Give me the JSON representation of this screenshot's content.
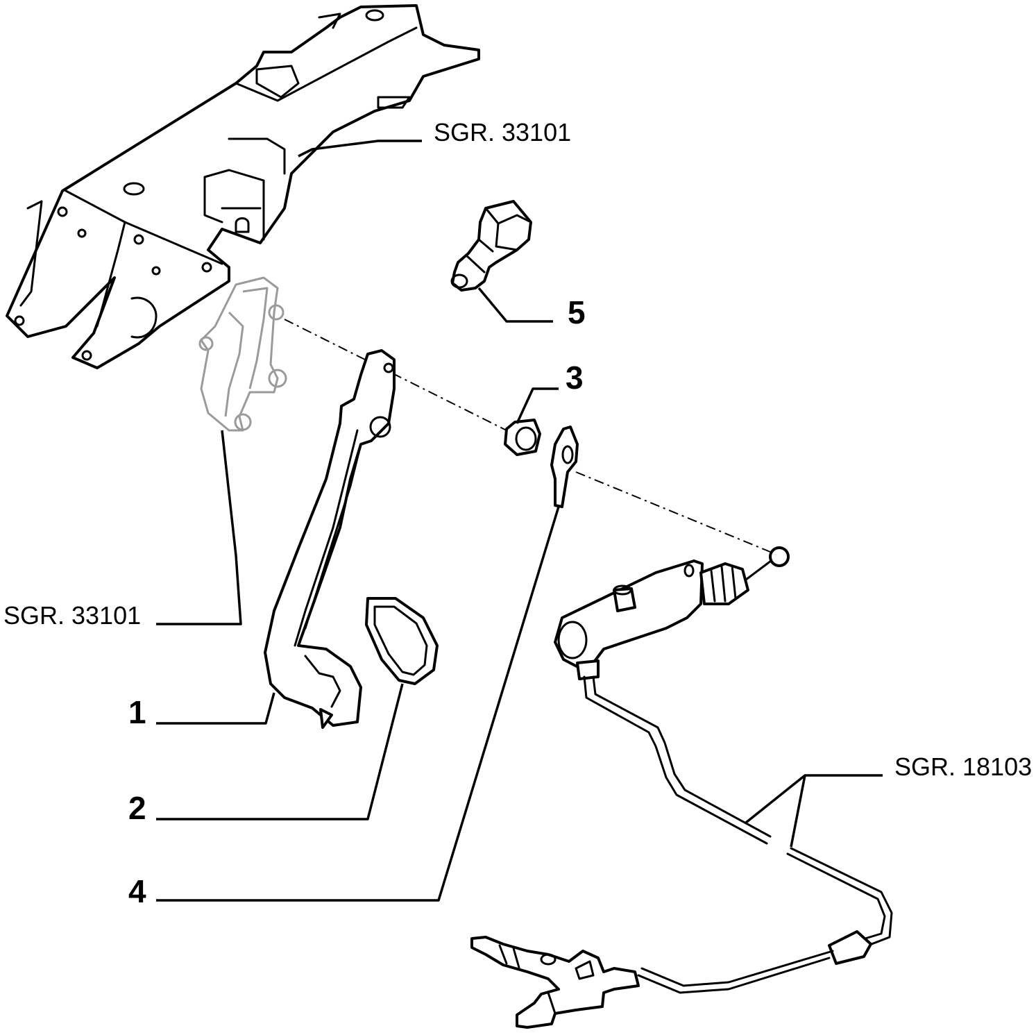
{
  "references": {
    "upper_group": "SGR. 33101",
    "left_group": "SGR. 33101",
    "hydraulic_group": "SGR. 18103"
  },
  "callouts": {
    "part_1": "1",
    "part_2": "2",
    "part_3": "3",
    "part_4": "4",
    "part_5": "5"
  }
}
